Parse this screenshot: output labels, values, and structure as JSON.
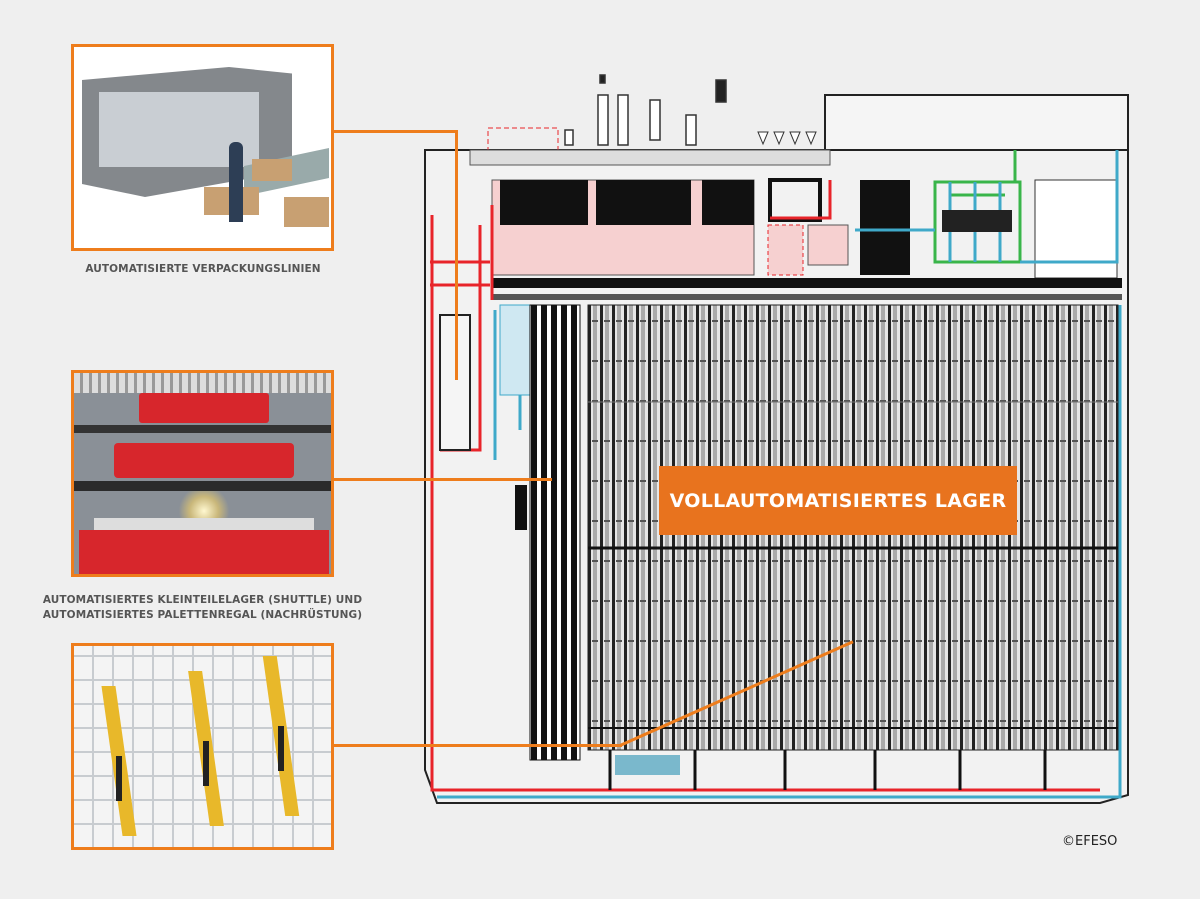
{
  "panels": [
    {
      "caption_lines": [
        "AUTOMATISIERTE VERPACKUNGSLINIEN"
      ],
      "image": "packaging-line-photo"
    },
    {
      "caption_lines": [
        "AUTOMATISIERTES KLEINTEILELAGER (SHUTTLE) UND",
        "AUTOMATISIERTES PALETTENREGAL (NACHRÜSTUNG)"
      ],
      "image": "shuttle-storage-photo"
    },
    {
      "caption_lines": [],
      "image": "pallet-stacker-crane-photo"
    }
  ],
  "plan": {
    "highlight_label": "VOLLAUTOMATISIERTES LAGER"
  },
  "copyright": "©EFESO",
  "colors": {
    "accent": "#ee7d1c",
    "conveyor_red": "#e8242a",
    "conveyor_blue": "#3fa9c9",
    "conveyor_green": "#39b54a"
  }
}
